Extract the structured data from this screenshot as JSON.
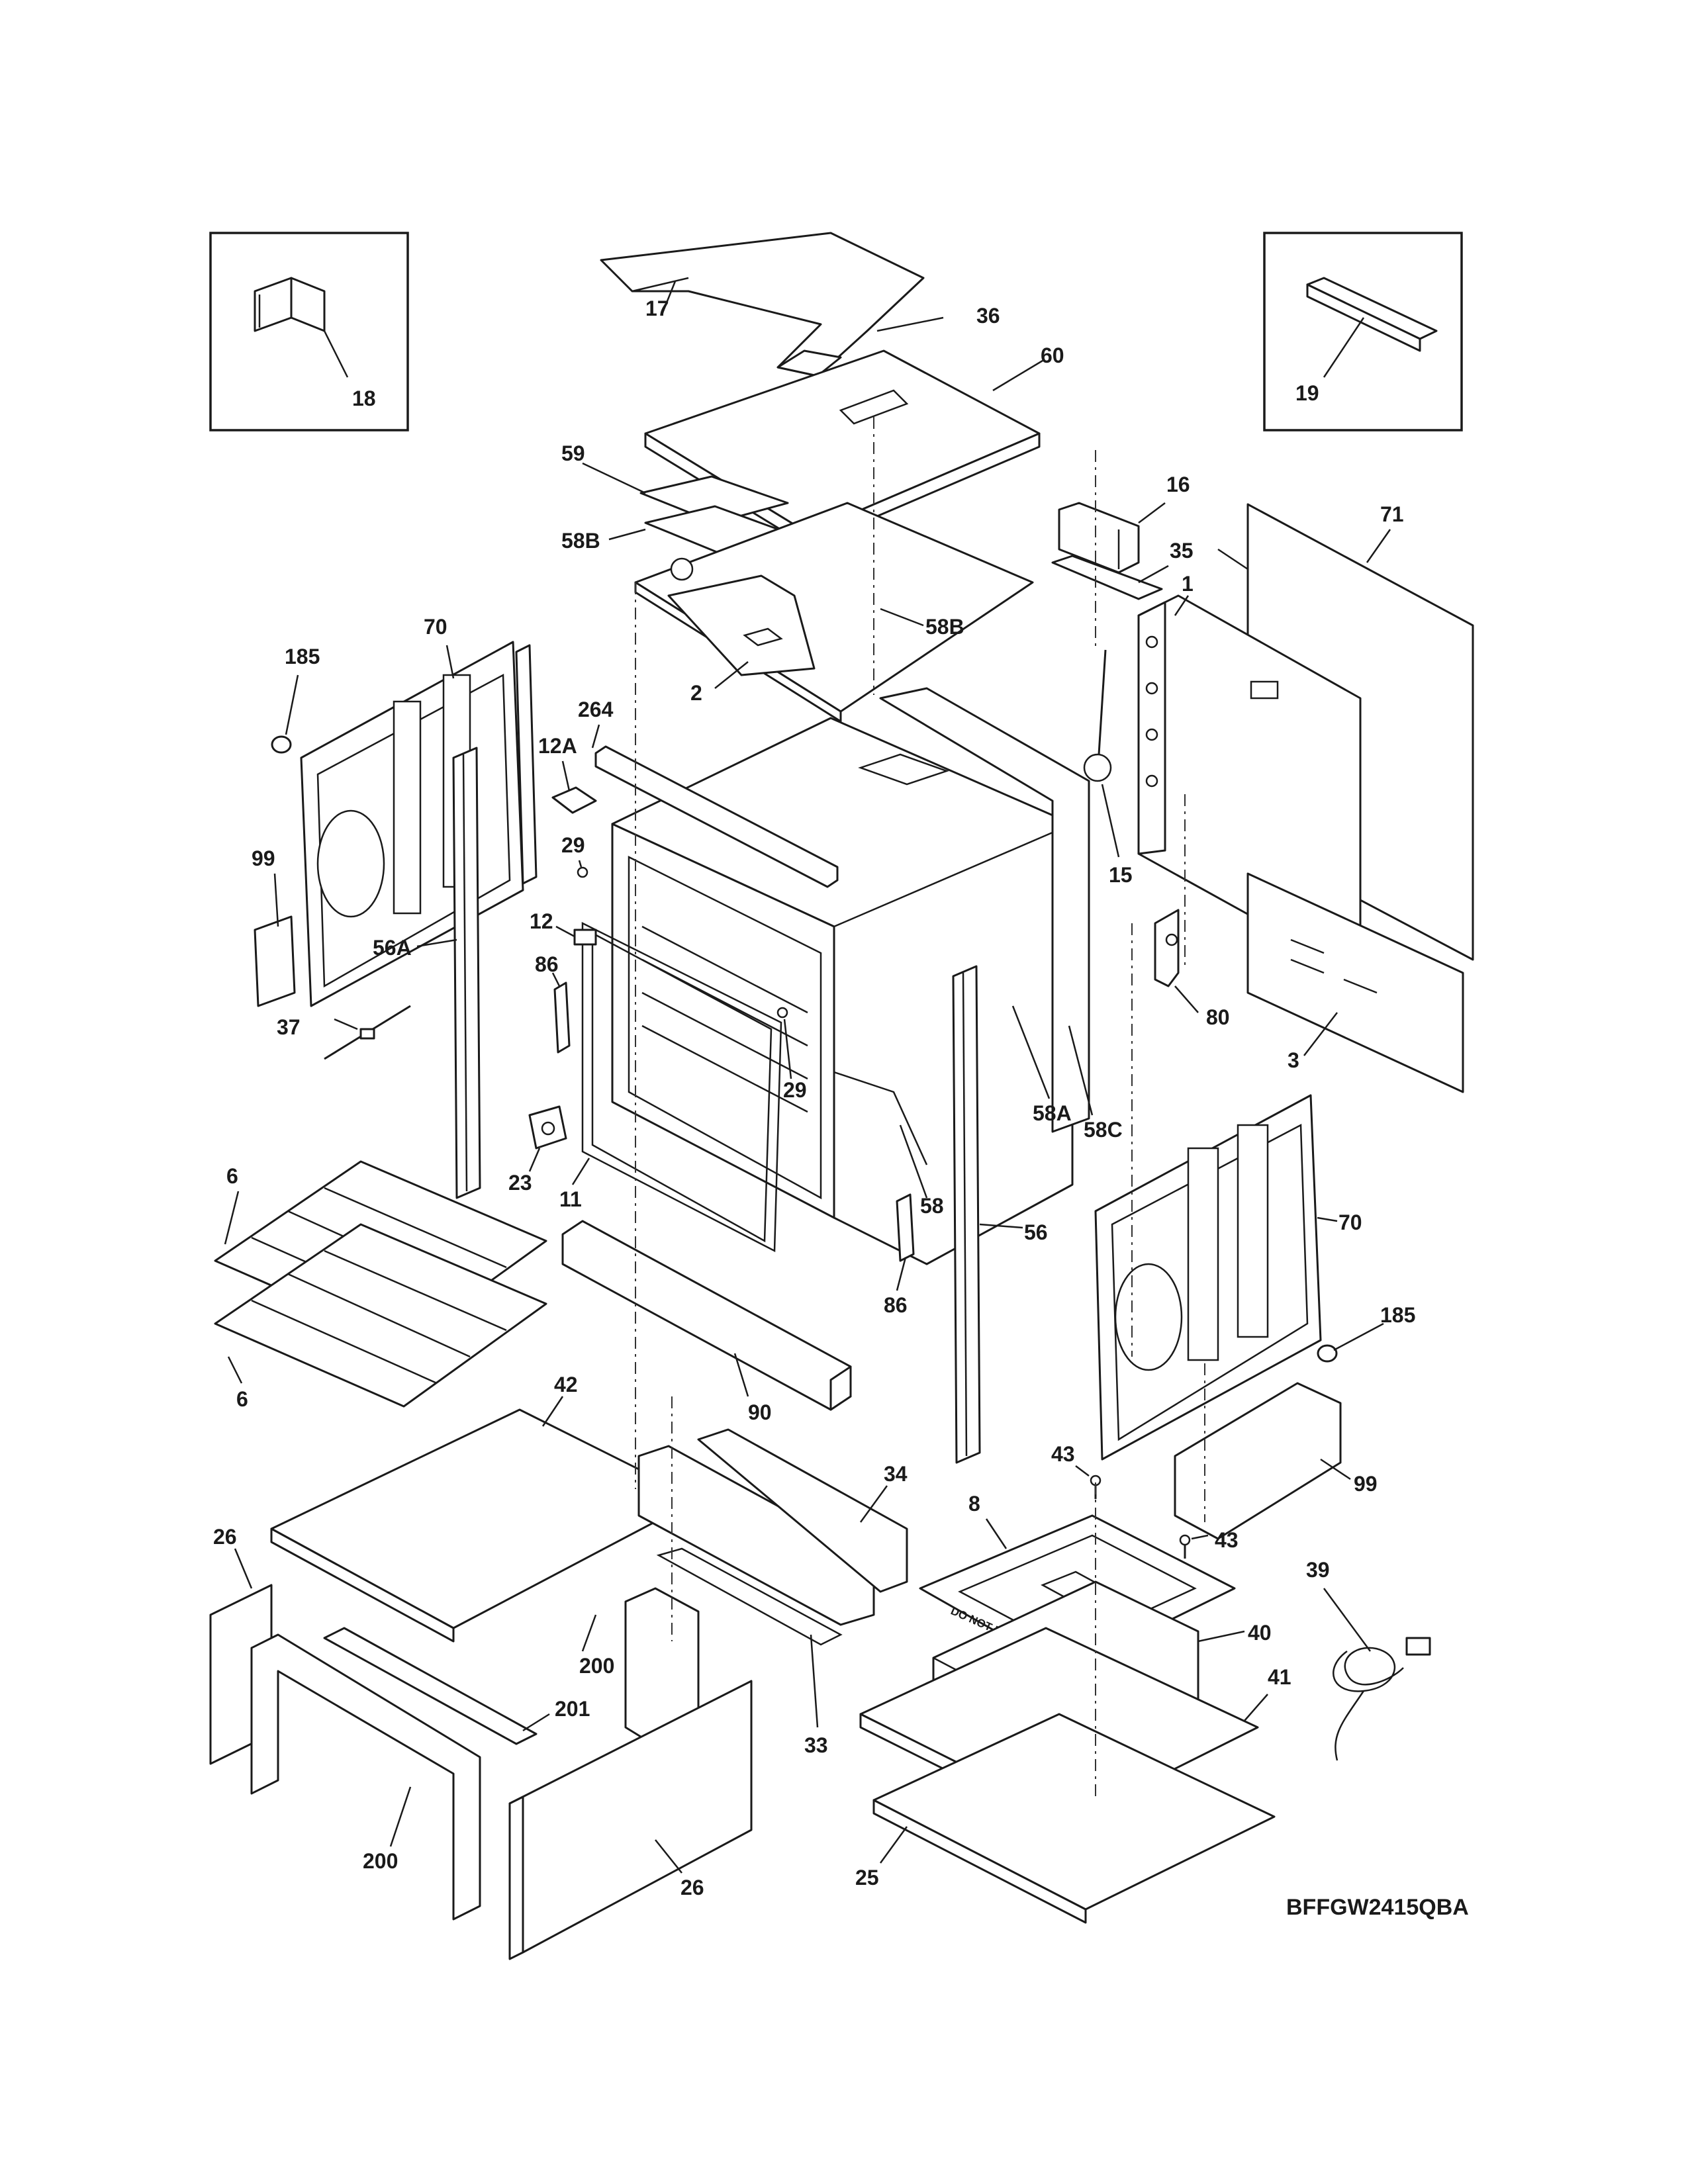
{
  "diagram": {
    "model_code": "BFFGW2415QBA",
    "foil_warning": "DO NOT USE FOIL",
    "callouts": {
      "p17": "17",
      "p36": "36",
      "p60": "60",
      "p18": "18",
      "p19": "19",
      "p59": "59",
      "p58b_left": "58B",
      "p58b_right": "58B",
      "p2": "2",
      "p16": "16",
      "p35": "35",
      "p71": "71",
      "p1": "1",
      "p70_left": "70",
      "p185_left": "185",
      "p99_left": "99",
      "p56a": "56A",
      "p264": "264",
      "p12a": "12A",
      "p29_top": "29",
      "p12": "12",
      "p86_top": "86",
      "p37": "37",
      "p23": "23",
      "p11": "11",
      "p29_mid": "29",
      "p15": "15",
      "p58a": "58A",
      "p58": "58",
      "p58c": "58C",
      "p80": "80",
      "p3": "3",
      "p56": "56",
      "p86_bot": "86",
      "p70_right": "70",
      "p185_right": "185",
      "p99_right": "99",
      "p6_top": "6",
      "p6_bot": "6",
      "p90": "90",
      "p42": "42",
      "p34": "34",
      "p26_left": "26",
      "p43_top": "43",
      "p8": "8",
      "p43_mid": "43",
      "p39": "39",
      "p40": "40",
      "p41": "41",
      "p200_top": "200",
      "p201": "201",
      "p33": "33",
      "p200_bot": "200",
      "p26_bot": "26",
      "p25": "25"
    }
  }
}
